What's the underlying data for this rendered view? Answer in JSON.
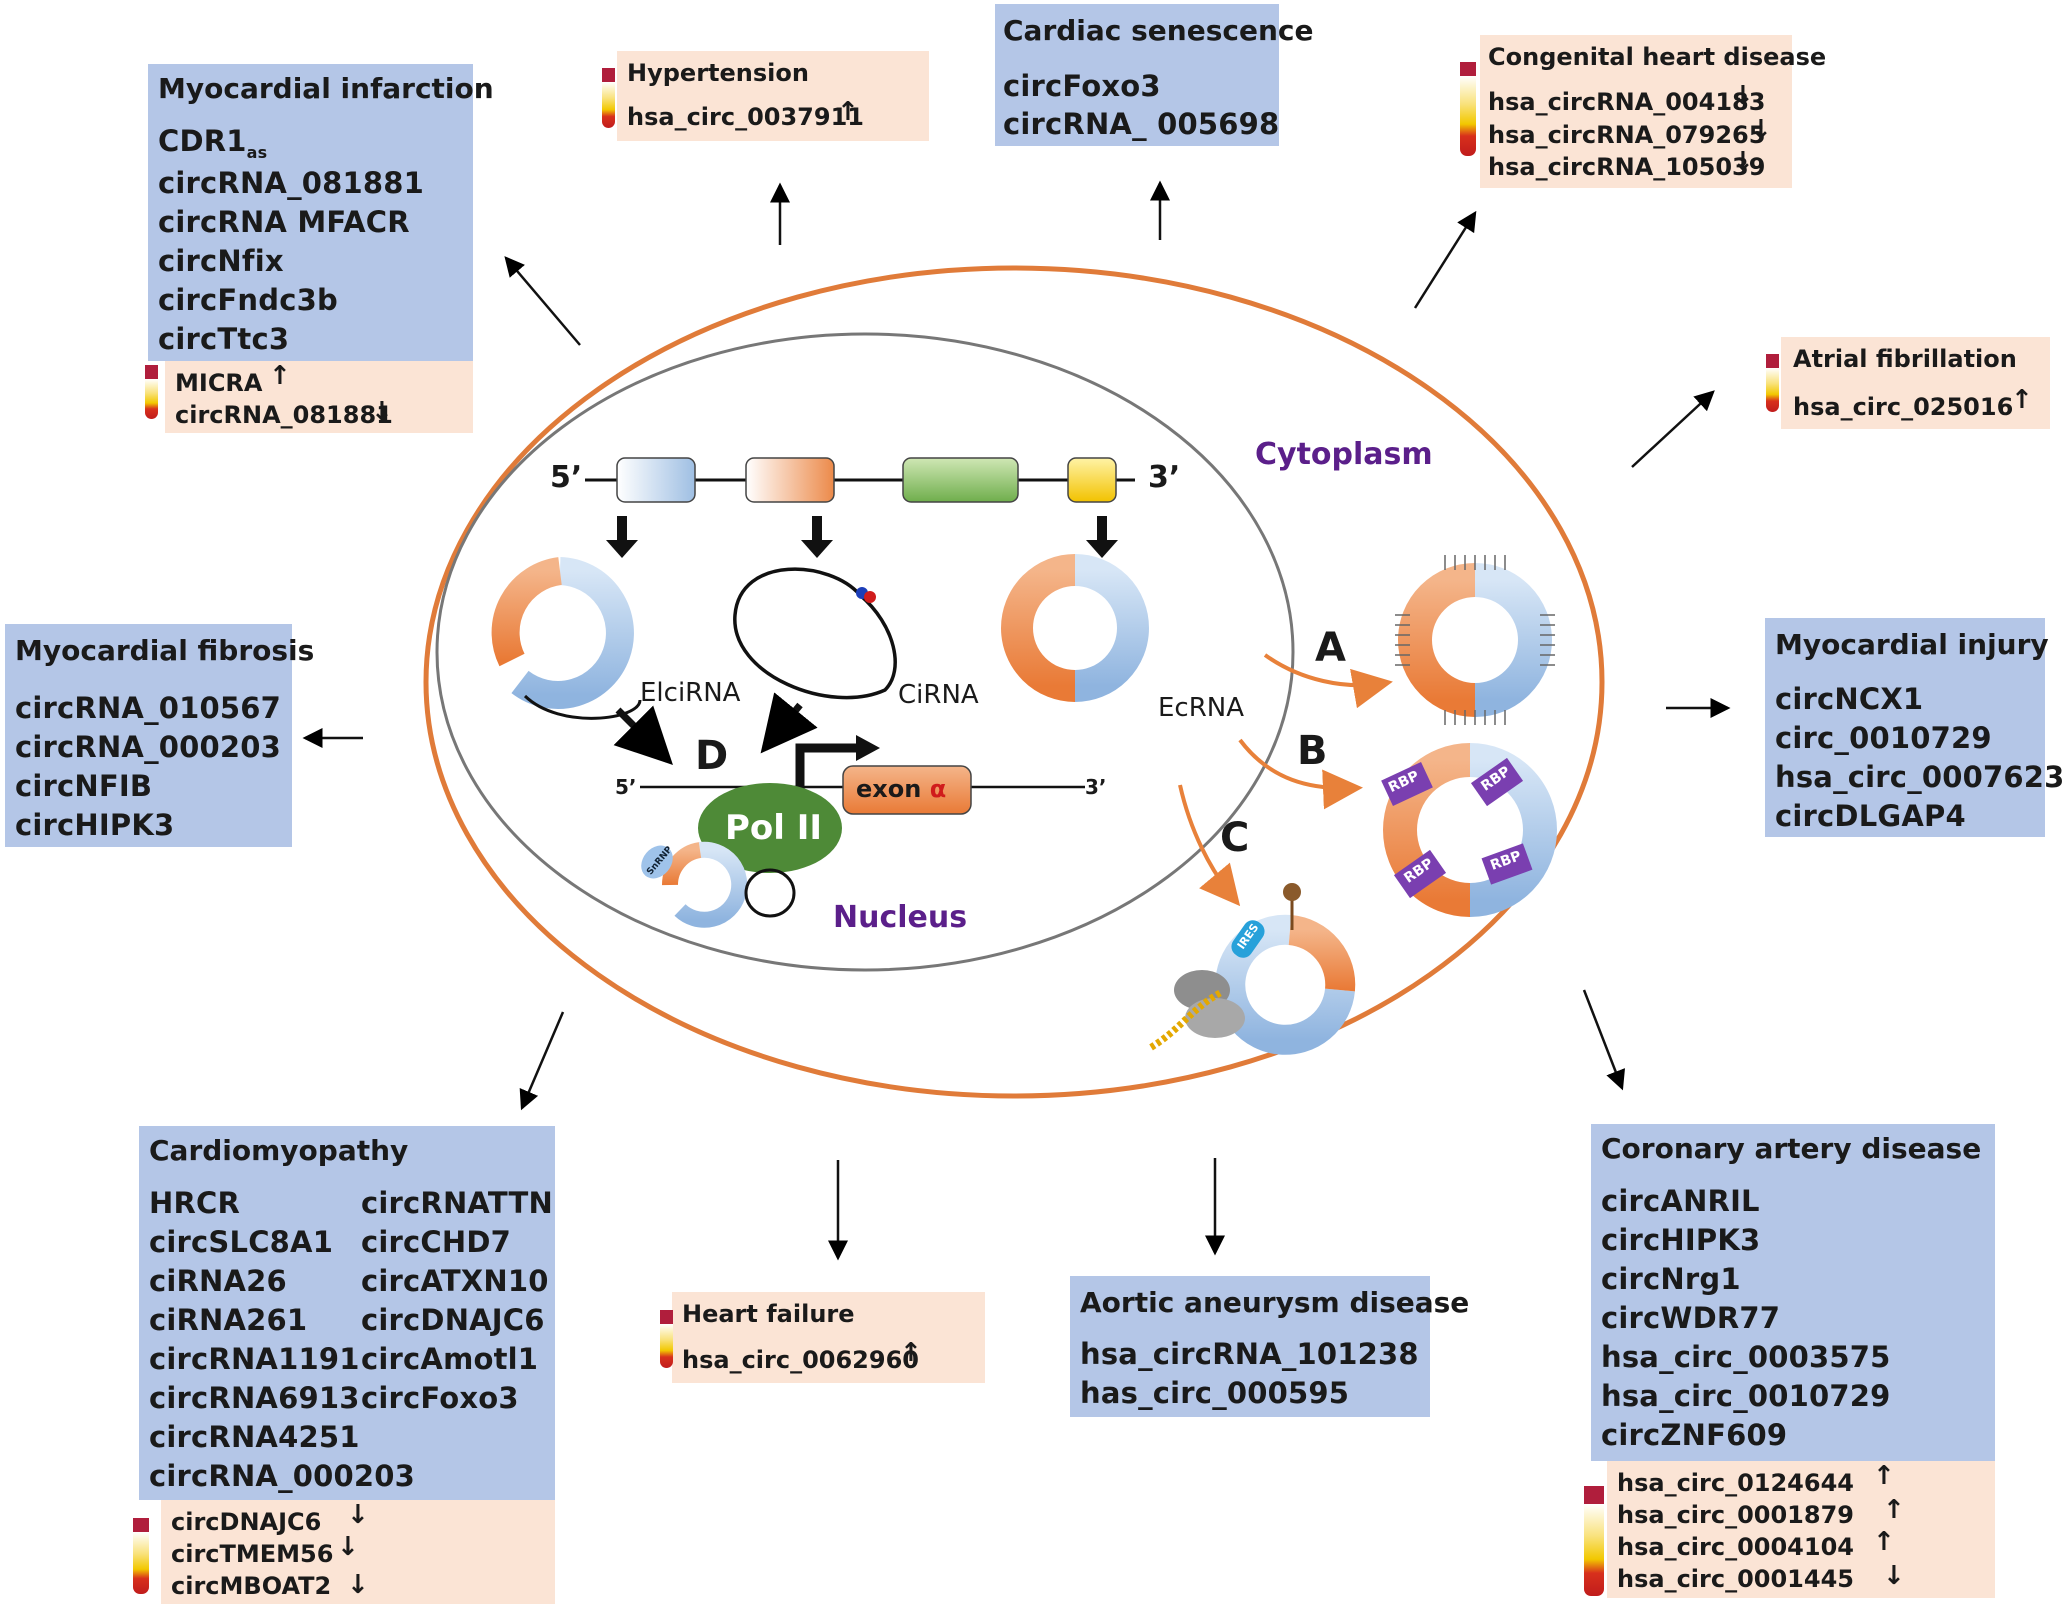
{
  "diagram": {
    "myocardial_infarction": {
      "title": "Myocardial infarction",
      "items": [
        "CDR1",
        "circRNA_081881",
        "circRNA MFACR",
        "circNfix",
        "circFndc3b",
        "circTtc3"
      ],
      "cdr_sub": "as",
      "blood": [
        {
          "name": "MICRA",
          "trend": "↑"
        },
        {
          "name": "circRNA_081881",
          "trend": "↓"
        }
      ]
    },
    "hypertension": {
      "title": "Hypertension",
      "blood": [
        {
          "name": "hsa_circ_0037911",
          "trend": "↑"
        }
      ]
    },
    "cardiac_senescence": {
      "title": "Cardiac senescence",
      "items": [
        "circFoxo3",
        "circRNA_ 005698"
      ]
    },
    "congenital_heart_disease": {
      "title": "Congenital heart disease",
      "blood": [
        {
          "name": "hsa_circRNA_004183",
          "trend": "↓"
        },
        {
          "name": "hsa_circRNA_079265",
          "trend": "↓"
        },
        {
          "name": "hsa_circRNA_105039",
          "trend": "↓"
        }
      ]
    },
    "atrial_fibrillation": {
      "title": "Atrial fibrillation",
      "blood": [
        {
          "name": "hsa_circ_025016",
          "trend": "↑"
        }
      ]
    },
    "myocardial_fibrosis": {
      "title": "Myocardial fibrosis",
      "items": [
        "circRNA_010567",
        "circRNA_000203",
        "circNFIB",
        "circHIPK3"
      ]
    },
    "myocardial_injury": {
      "title": "Myocardial injury",
      "items": [
        "circNCX1",
        "circ_0010729",
        "hsa_circ_0007623",
        "circDLGAP4"
      ]
    },
    "cardiomyopathy": {
      "title": "Cardiomyopathy",
      "items_left": [
        "HRCR",
        "circSLC8A1",
        "ciRNA26",
        "ciRNA261",
        "circRNA1191",
        "circRNA6913",
        "circRNA4251",
        "circRNA_000203"
      ],
      "items_right": [
        "circRNATTN",
        "circCHD7",
        "circATXN10",
        "circDNAJC6",
        "circAmotl1",
        "circFoxo3"
      ],
      "blood": [
        {
          "name": "circDNAJC6",
          "trend": "↓"
        },
        {
          "name": "circTMEM56",
          "trend": "↓"
        },
        {
          "name": "circMBOAT2",
          "trend": "↓"
        }
      ]
    },
    "heart_failure": {
      "title": "Heart failure",
      "blood": [
        {
          "name": "hsa_circ_0062960",
          "trend": "↑"
        }
      ]
    },
    "aortic_aneurysm": {
      "title": "Aortic aneurysm disease",
      "items": [
        "hsa_circRNA_101238",
        "has_circ_000595"
      ]
    },
    "coronary_artery_disease": {
      "title": "Coronary artery disease",
      "items": [
        "circANRIL",
        "circHIPK3",
        "circNrg1",
        "circWDR77",
        "hsa_circ_0003575",
        "hsa_circ_0010729",
        "circZNF609"
      ],
      "blood": [
        {
          "name": "hsa_circ_0124644",
          "trend": "↑"
        },
        {
          "name": "hsa_circ_0001879",
          "trend": "↑"
        },
        {
          "name": "hsa_circ_0004104",
          "trend": "↑"
        },
        {
          "name": "hsa_circ_0001445",
          "trend": "↓"
        }
      ]
    },
    "cell": {
      "cytoplasm": "Cytoplasm",
      "nucleus": "Nucleus",
      "five_prime": "5’",
      "three_prime": "3’",
      "elcirna": "ElciRNA",
      "cirna": "CiRNA",
      "ecrna": "EcRNA",
      "pol2": "Pol II",
      "exon": "exon",
      "exon_alpha": "α",
      "label_a": "A",
      "label_b": "B",
      "label_c": "C",
      "label_d": "D",
      "rbp": "RBP",
      "ires": "IRES",
      "snrnp": "SnRNP"
    }
  },
  "colors": {
    "box_blue": "#b4c6e7",
    "box_pink": "#fbe4d5",
    "cell_outline": "#e07b39",
    "arrow_orange": "#e8813a",
    "nucleus_label": "#5b1f8a",
    "pol2_green": "#4e8a37"
  }
}
